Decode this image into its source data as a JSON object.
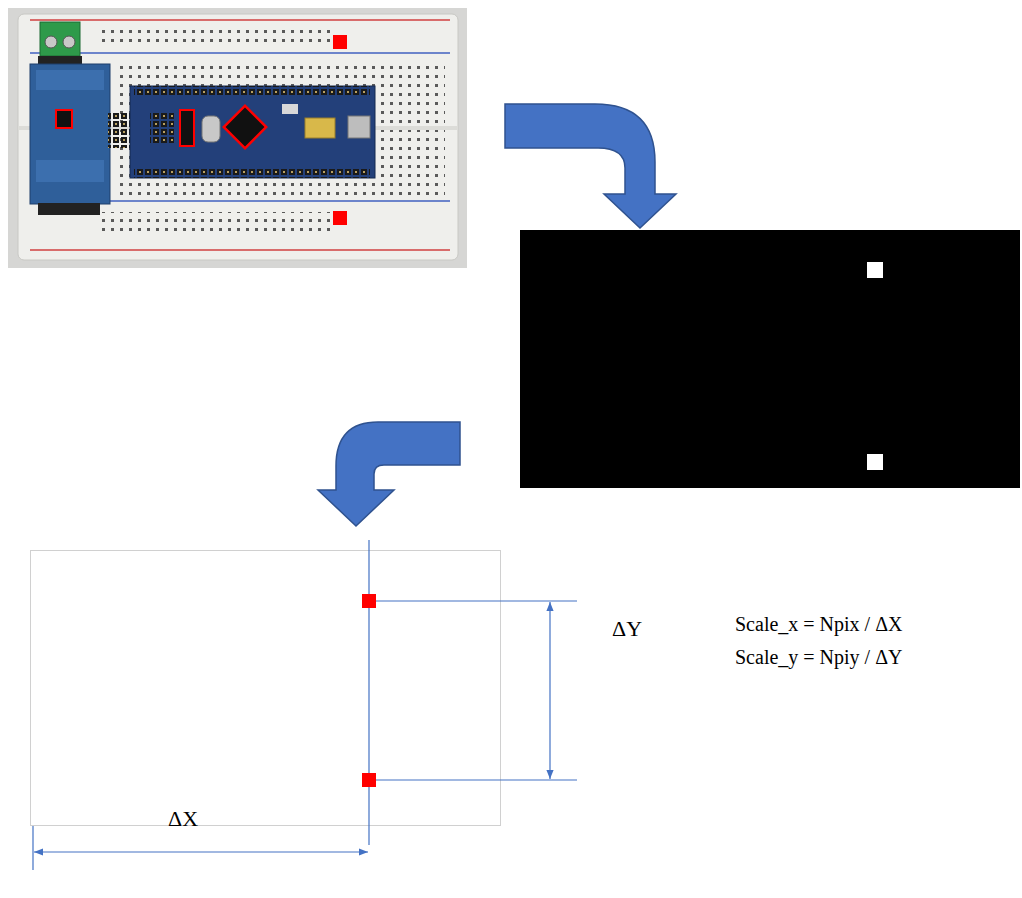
{
  "diagram": {
    "labels": [
      "ΔY",
      "Scale_x = Npix / ΔX",
      "Scale_y = Npiy / ΔY",
      "ΔX"
    ]
  }
}
